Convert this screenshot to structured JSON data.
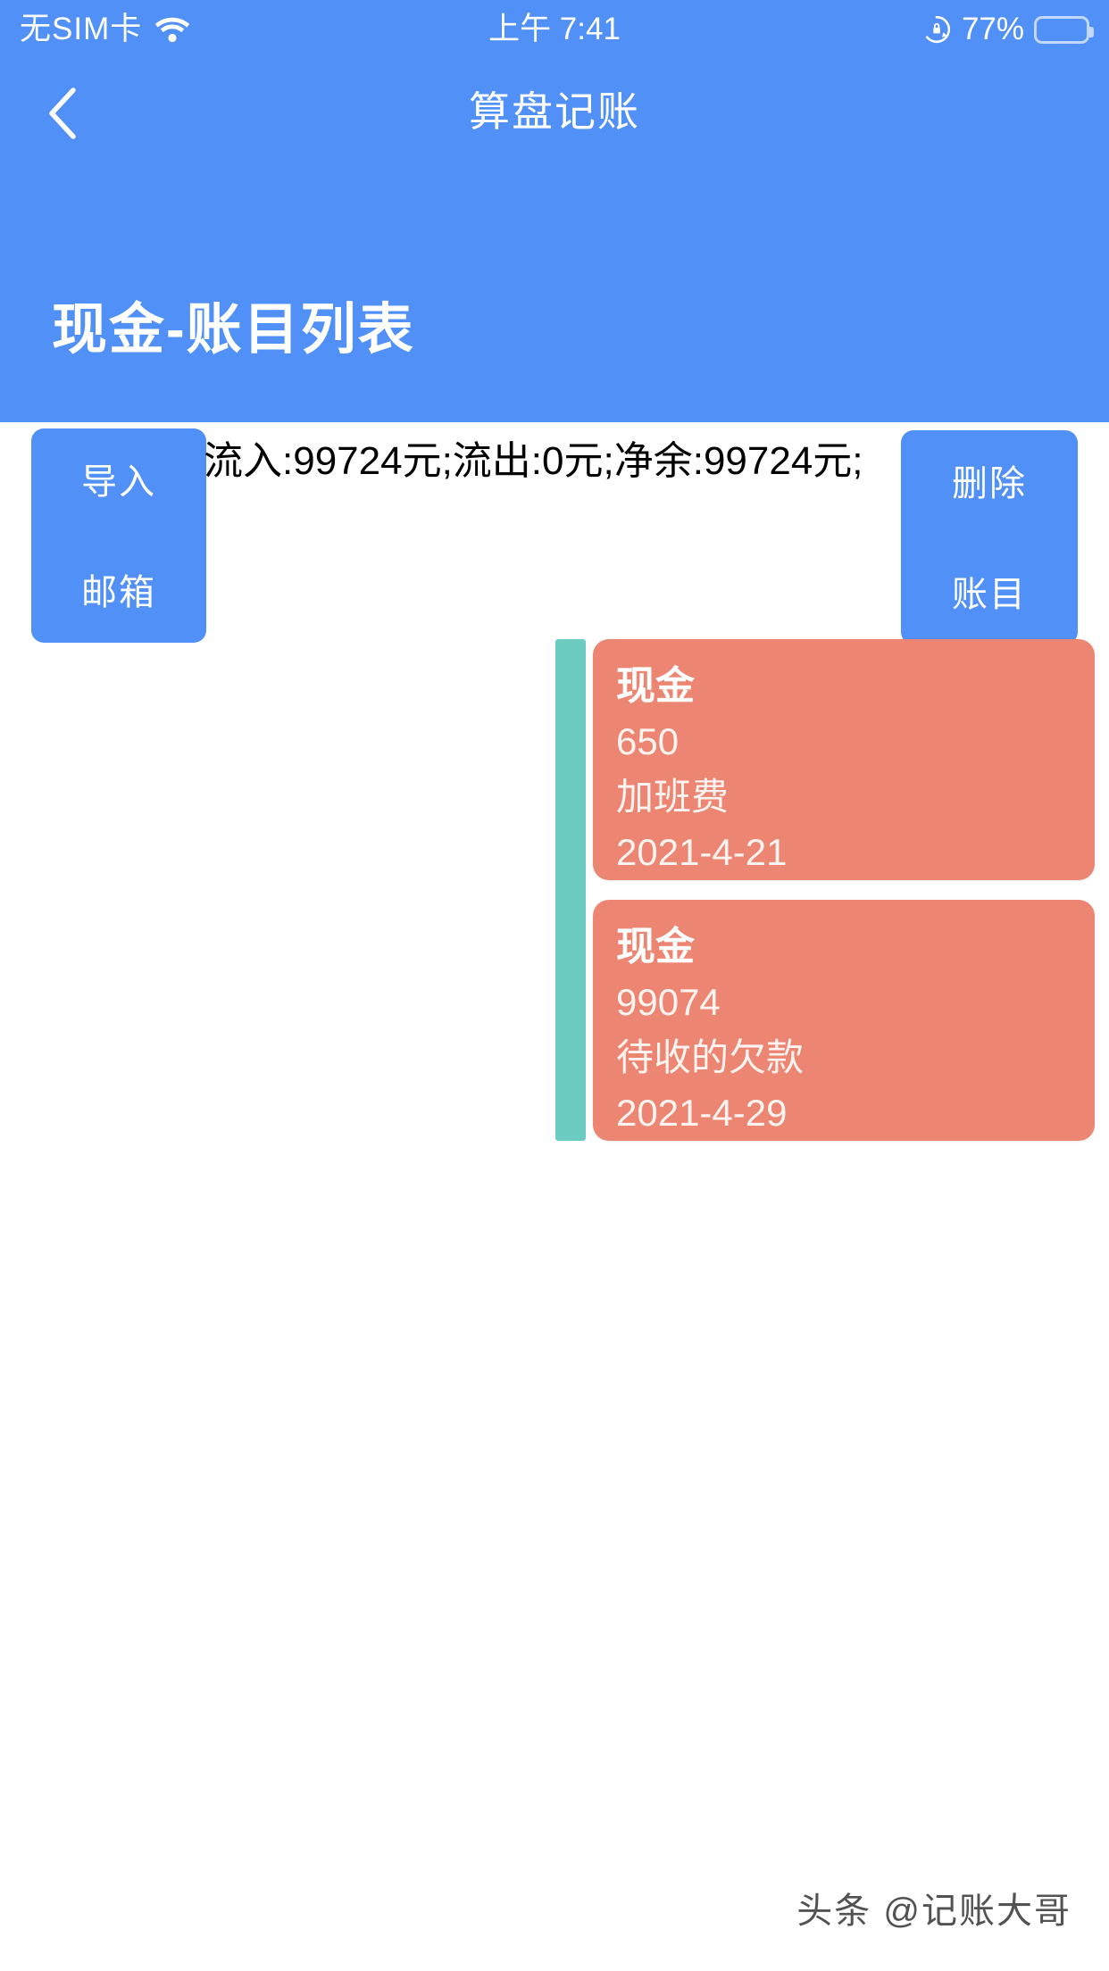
{
  "status_bar": {
    "carrier": "无SIM卡",
    "wifi_icon": "wifi-icon",
    "time": "上午 7:41",
    "rotation_lock_icon": "rotation-lock-icon",
    "battery_percent": "77%",
    "battery_level": 77
  },
  "nav": {
    "back_icon": "chevron-left-icon",
    "title": "算盘记账"
  },
  "page": {
    "title": "现金-账目列表"
  },
  "toolbar": {
    "import_button": {
      "line1": "导入",
      "line2": "邮箱"
    },
    "delete_button": {
      "line1": "删除",
      "line2": "账目"
    }
  },
  "summary": {
    "text": "流入:99724元;流出:0元;净余:99724元;",
    "inflow_label": "流入",
    "inflow_value": "99724元",
    "outflow_label": "流出",
    "outflow_value": "0元",
    "net_label": "净余",
    "net_value": "99724元"
  },
  "entries": [
    {
      "account": "现金",
      "amount": "650",
      "note": "加班费",
      "date": "2021-4-21"
    },
    {
      "account": "现金",
      "amount": "99074",
      "note": "待收的欠款",
      "date": "2021-4-29"
    }
  ],
  "watermark": {
    "text": "头条 @记账大哥"
  },
  "colors": {
    "header_blue": "#5190f6",
    "card_salmon": "#ec8571",
    "accent_teal": "#6cccc1",
    "page_background": "#ffffff",
    "text_on_blue": "#ffffff"
  }
}
